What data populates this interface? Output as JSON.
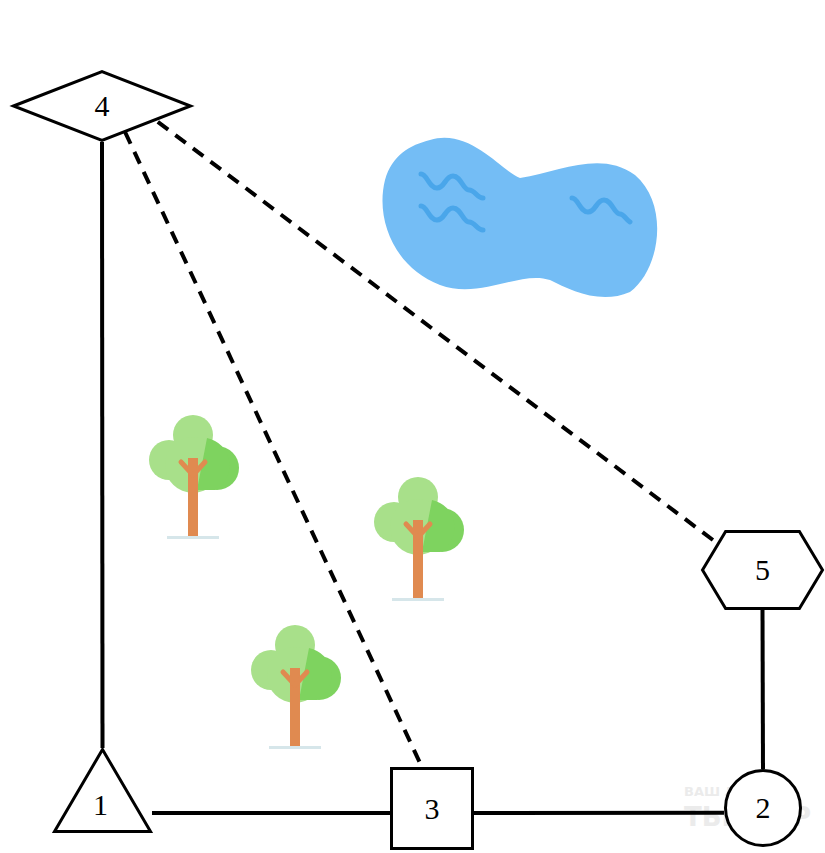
{
  "diagram": {
    "nodes": [
      {
        "text": [
          "4"
        ]
      },
      {
        "text": [
          "5"
        ]
      },
      {
        "text": [
          "1"
        ]
      },
      {
        "text": [
          "3"
        ]
      },
      {
        "text": [
          "2"
        ]
      }
    ],
    "edges": [
      {
        "from": 0,
        "to": 2,
        "arrow": "none"
      },
      {
        "from": 2,
        "to": 3,
        "arrow": "none"
      },
      {
        "from": 3,
        "to": 4,
        "arrow": "none"
      },
      {
        "from": 4,
        "to": 1,
        "arrow": "none"
      },
      {
        "from": 0,
        "to": 3,
        "arrow": "none"
      },
      {
        "from": 0,
        "to": 1,
        "arrow": "none"
      }
    ],
    "labels": [
      "ВАШ ЛИЧНЫЙ",
      "ТЬЮТОР"
    ]
  }
}
